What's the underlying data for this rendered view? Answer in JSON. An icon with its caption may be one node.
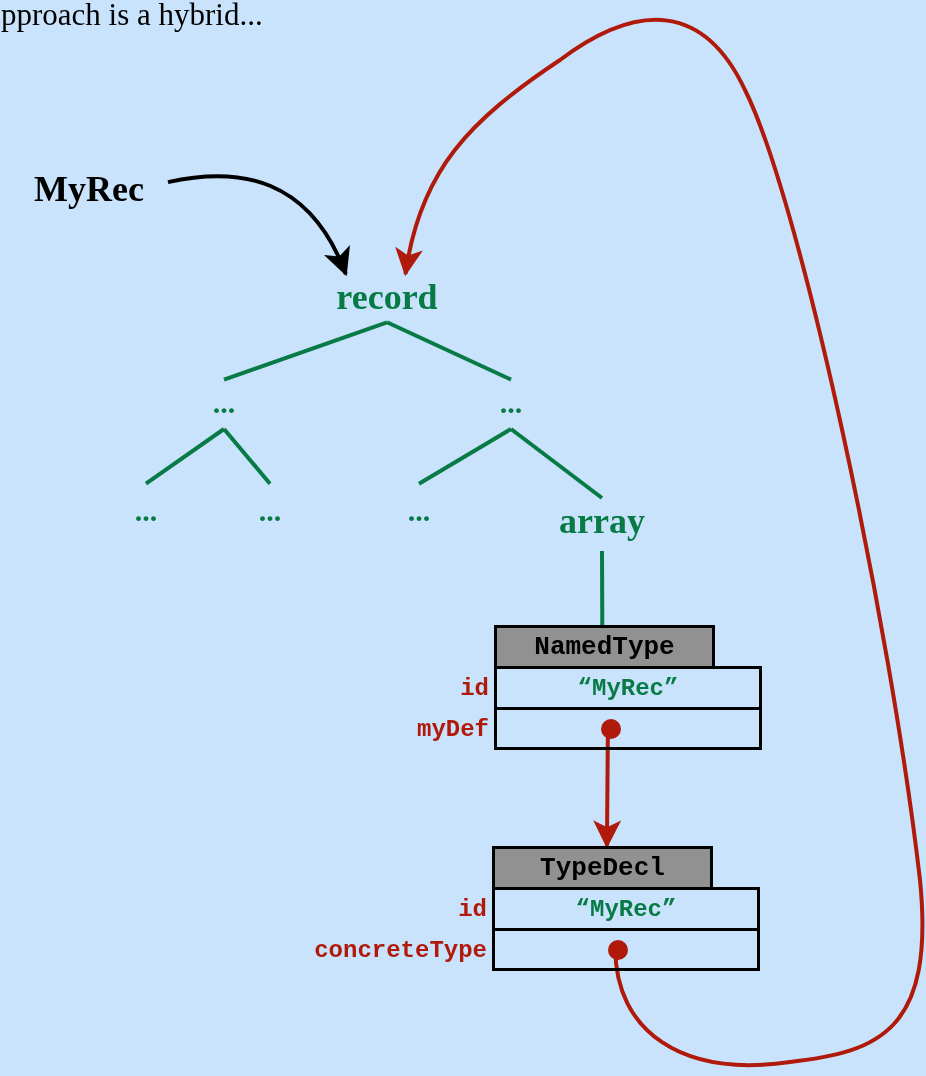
{
  "diagram": {
    "nodes": [
      {
        "text": [
          "MyRec"
        ]
      },
      {
        "text": [
          "record"
        ]
      },
      {
        "text": [
          "..."
        ]
      },
      {
        "text": [
          "..."
        ]
      },
      {
        "text": [
          "..."
        ]
      },
      {
        "text": [
          "..."
        ]
      },
      {
        "text": [
          "..."
        ]
      },
      {
        "text": [
          "array"
        ]
      },
      {
        "text": [
          "NamedType"
        ]
      },
      {
        "text": [
          "“MyRec”"
        ],
        "beside": [
          "id"
        ]
      },
      {
        "text": [],
        "shape": "box",
        "beside": [
          "myDef"
        ]
      },
      {
        "text": [
          "TypeDecl"
        ]
      },
      {
        "text": [
          "“MyRec”"
        ],
        "beside": [
          "id"
        ]
      },
      {
        "text": [],
        "shape": "box",
        "beside": [
          "concreteType"
        ]
      }
    ],
    "edges": [
      {
        "from": 0,
        "to": 1,
        "arrow": "to",
        "color": "#000000"
      },
      {
        "from": 1,
        "to": 2,
        "arrow": "none"
      },
      {
        "from": 1,
        "to": 3,
        "arrow": "none"
      },
      {
        "from": 2,
        "to": 4,
        "arrow": "none"
      },
      {
        "from": 2,
        "to": 5,
        "arrow": "none"
      },
      {
        "from": 3,
        "to": 6,
        "arrow": "none"
      },
      {
        "from": 3,
        "to": 7,
        "arrow": "none"
      },
      {
        "from": 7,
        "to": 8,
        "arrow": "none"
      },
      {
        "from": 10,
        "to": 11,
        "arrow": "to",
        "color": "#b01a0a"
      },
      {
        "from": 13,
        "to": 1,
        "arrow": "to",
        "color": "#b01a0a"
      }
    ],
    "labels": [
      "pproach is a hybrid..."
    ]
  }
}
